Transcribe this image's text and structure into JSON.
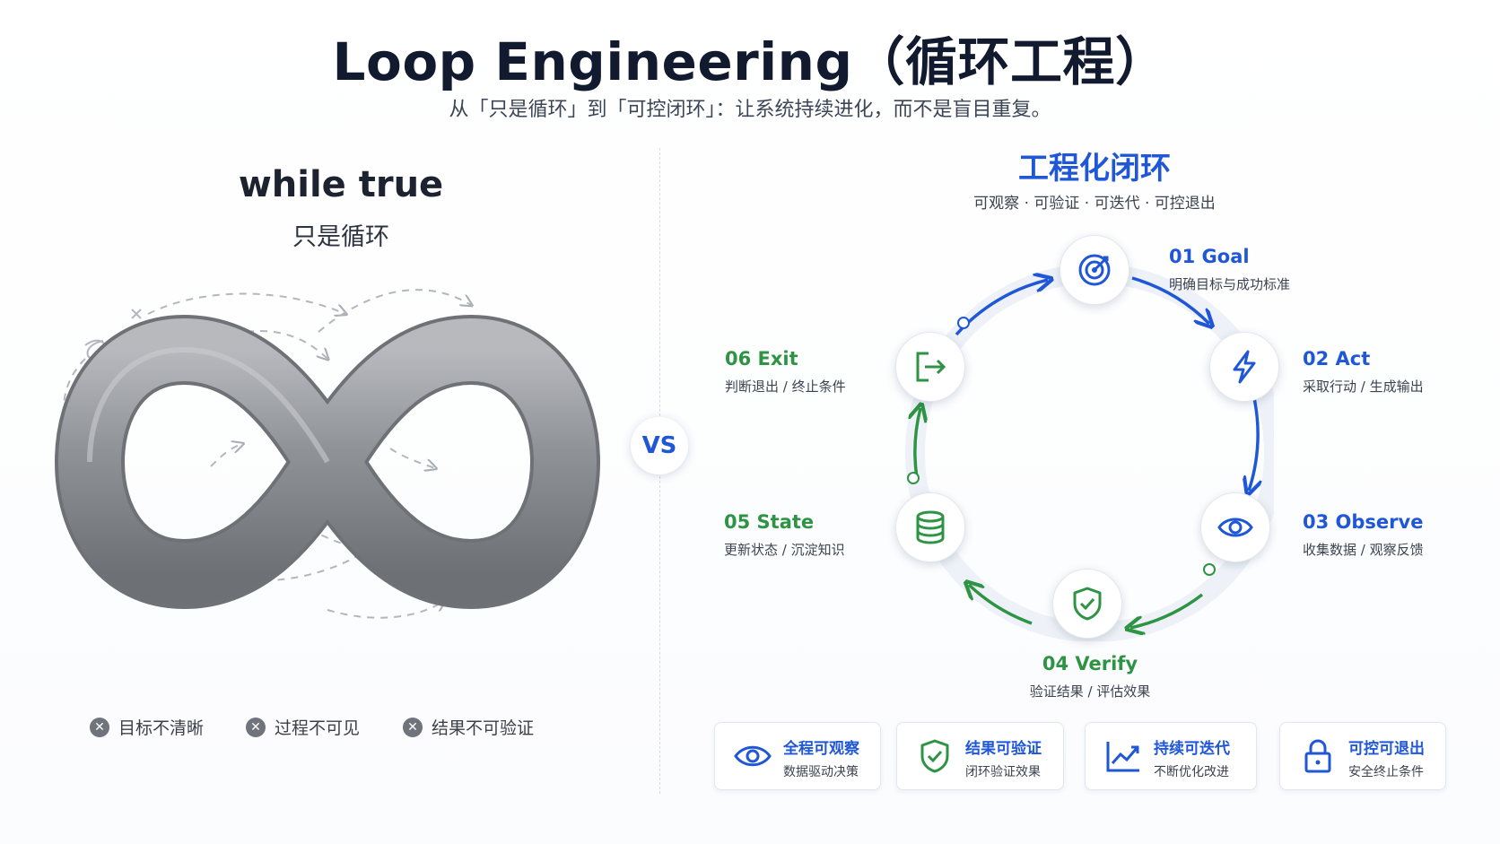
{
  "header": {
    "title": "Loop Engineering（循环工程）",
    "subtitle": "从「只是循环」到「可控闭环」：让系统持续进化，而不是盲目重复。"
  },
  "left": {
    "title": "while true",
    "subtitle": "只是循环",
    "issues": [
      "目标不清晰",
      "过程不可见",
      "结果不可验证"
    ]
  },
  "vs_label": "VS",
  "right": {
    "title": "工程化闭环",
    "subtitle": "可观察 · 可验证 · 可迭代 · 可控退出",
    "steps": [
      {
        "name": "01 Goal",
        "desc": "明确目标与成功标准",
        "icon": "target-icon"
      },
      {
        "name": "02 Act",
        "desc": "采取行动 / 生成输出",
        "icon": "lightning-icon"
      },
      {
        "name": "03 Observe",
        "desc": "收集数据 / 观察反馈",
        "icon": "eye-icon"
      },
      {
        "name": "04 Verify",
        "desc": "验证结果 / 评估效果",
        "icon": "shield-check-icon"
      },
      {
        "name": "05 State",
        "desc": "更新状态 / 沉淀知识",
        "icon": "database-icon"
      },
      {
        "name": "06 Exit",
        "desc": "判断退出 / 终止条件",
        "icon": "exit-icon"
      }
    ]
  },
  "features": [
    {
      "title": "全程可观察",
      "desc": "数据驱动决策",
      "icon": "eye-icon"
    },
    {
      "title": "结果可验证",
      "desc": "闭环验证效果",
      "icon": "shield-check-icon"
    },
    {
      "title": "持续可迭代",
      "desc": "不断优化改进",
      "icon": "trend-chart-icon"
    },
    {
      "title": "可控可退出",
      "desc": "安全终止条件",
      "icon": "lock-icon"
    }
  ],
  "colors": {
    "accent_blue": "#1f57d6",
    "accent_green": "#2e9444",
    "infinity_gray": "#8a8d92"
  }
}
